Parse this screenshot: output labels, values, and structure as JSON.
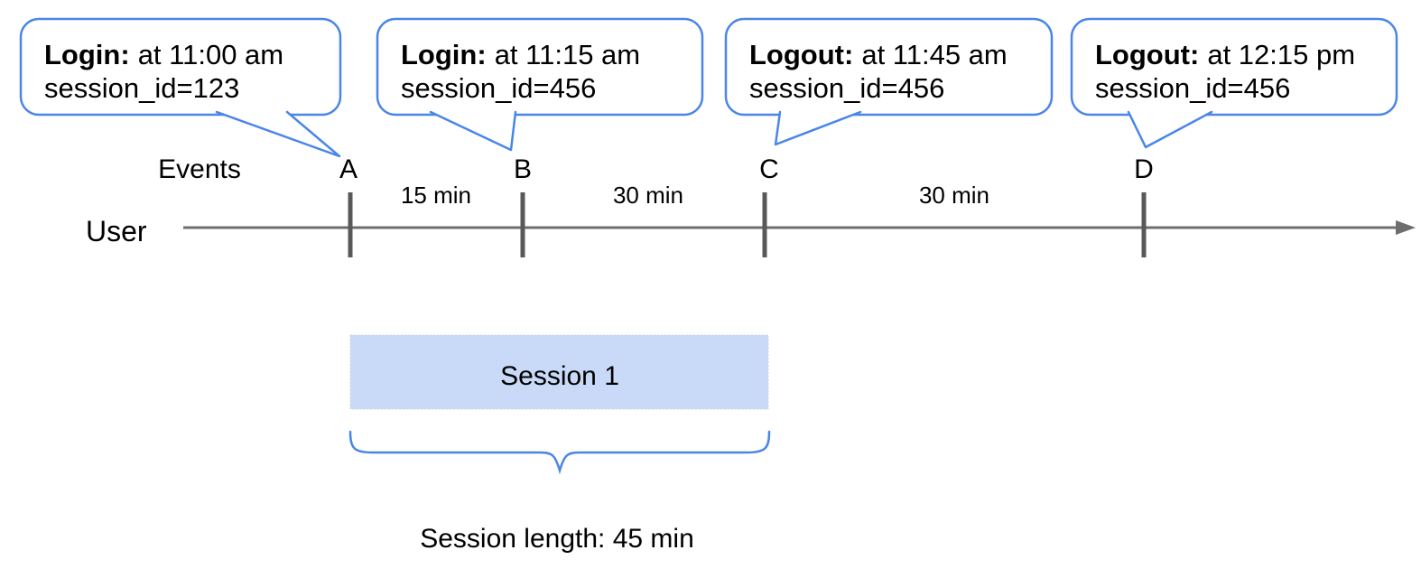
{
  "colors": {
    "accent_blue": "#4a86e8",
    "session_fill": "#c9daf8",
    "timeline_gray": "#6e6e6e",
    "tick_gray": "#595959",
    "text_black": "#000000"
  },
  "callouts": [
    {
      "title": "Login:",
      "detail": "at 11:00 am",
      "session_line": "session_id=123",
      "event": "A"
    },
    {
      "title": "Login:",
      "detail": "at 11:15 am",
      "session_line": "session_id=456",
      "event": "B"
    },
    {
      "title": "Logout:",
      "detail": "at 11:45 am",
      "session_line": "session_id=456",
      "event": "C"
    },
    {
      "title": "Logout:",
      "detail": "at 12:15 pm",
      "session_line": "session_id=456",
      "event": "D"
    }
  ],
  "timeline": {
    "axis_label": "User",
    "events_label": "Events",
    "event_markers": [
      {
        "label": "A"
      },
      {
        "label": "B"
      },
      {
        "label": "C"
      },
      {
        "label": "D"
      }
    ],
    "intervals": [
      {
        "label": "15 min"
      },
      {
        "label": "30 min"
      },
      {
        "label": "30 min"
      }
    ]
  },
  "session": {
    "label": "Session 1",
    "length_label": "Session length: 45 min"
  }
}
